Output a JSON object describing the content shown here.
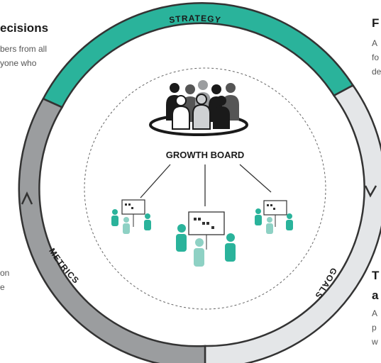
{
  "ring": {
    "strategy_label": "STRATEGY",
    "goals_label": "GOALS",
    "metrics_label": "METRICS",
    "colors": {
      "strategy": "#2ab39b",
      "goals": "#e4e6e8",
      "metrics": "#9b9d9f",
      "outline": "#333333"
    }
  },
  "center": {
    "title": "GROWTH BOARD",
    "teams": [
      "team-left",
      "team-center",
      "team-right"
    ]
  },
  "side_text": {
    "top_left": {
      "heading": "ecisions",
      "lines": [
        "bers from all",
        "yone who"
      ]
    },
    "top_right": {
      "heading": "F",
      "lines": [
        "A",
        "fo",
        "de"
      ]
    },
    "bottom_left": {
      "lines": [
        "on",
        "e"
      ]
    },
    "bottom_right": {
      "heading_lines": [
        "T",
        "a"
      ],
      "lines": [
        "A",
        "p",
        "w"
      ]
    }
  }
}
